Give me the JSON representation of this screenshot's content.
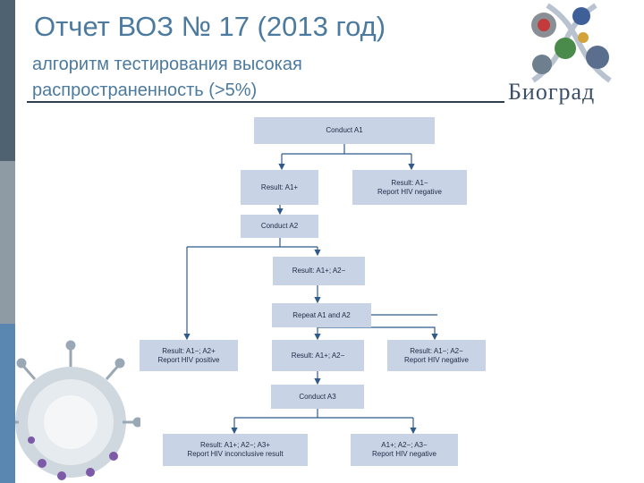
{
  "slide": {
    "title": "Отчет ВОЗ № 17 (2013 год)",
    "subtitle": "алгоритм тестирования высокая распространенность (>5%)",
    "logo_text": "Биоград"
  },
  "flowchart": {
    "conduct_a1": "Conduct A1",
    "result_a1_pos": "Result: A1+",
    "result_a1_neg": "Result: A1−",
    "report_neg_1": "Report HIV negative",
    "conduct_a2": "Conduct A2",
    "result_a1p_a2n": "Result: A1+; A2−",
    "repeat_a1_a2": "Repeat A1 and A2",
    "result_a1n_a2p": "Result: A1−; A2+",
    "report_pos": "Report HIV positive",
    "result_mid": "Result: A1+; A2−",
    "result_a1n_a2n": "Result: A1−; A2−",
    "report_neg_2": "Report HIV negative",
    "conduct_a3": "Conduct A3",
    "result_a3_pos": "Result: A1+; A2−; A3+",
    "report_inconclusive": "Report HIV inconclusive result",
    "result_a3_neg": "A1+; A2−; A3−",
    "report_neg_3": "Report HIV negative"
  },
  "colors": {
    "box_fill": "#c8d3e6",
    "arrow": "#2f5a8c",
    "title_text": "#4c7a9e"
  }
}
